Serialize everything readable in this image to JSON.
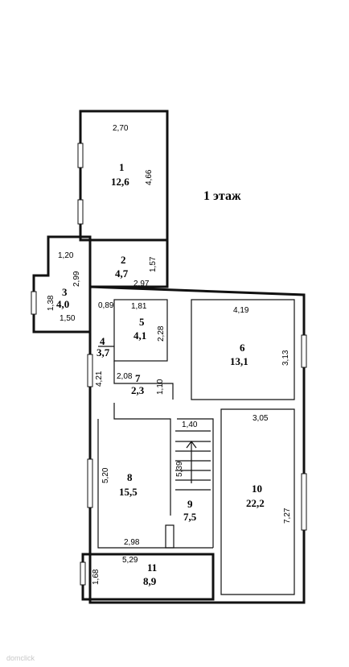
{
  "floor_label": "1 этаж",
  "watermark": "domclick",
  "rooms": [
    {
      "number": "1",
      "area": "12,6"
    },
    {
      "number": "2",
      "area": "4,7"
    },
    {
      "number": "3",
      "area": "4,0"
    },
    {
      "number": "4",
      "area": "3,7"
    },
    {
      "number": "5",
      "area": "4,1"
    },
    {
      "number": "6",
      "area": "13,1"
    },
    {
      "number": "7",
      "area": "2,3"
    },
    {
      "number": "8",
      "area": "15,5"
    },
    {
      "number": "9",
      "area": "7,5"
    },
    {
      "number": "10",
      "area": "22,2"
    },
    {
      "number": "11",
      "area": "8,9"
    }
  ],
  "dimensions": {
    "d1_width": "2,70",
    "d1_height": "4,66",
    "d2_width": "1,20",
    "d2_height": "1,57",
    "d2_bottom": "2,97",
    "d3_left": "1,38",
    "d3_bottom": "1,50",
    "d3_diag": "2,99",
    "d4_top": "0,89",
    "d4_side": "4,21",
    "d5_width": "1,81",
    "d5_height": "2,28",
    "d6_width": "4,19",
    "d6_height": "3,13",
    "d7_width": "2,08",
    "d7_height": "1,10",
    "d8_height": "5,20",
    "d8_bottom": "2,98",
    "d9_width": "1,40",
    "d9_height": "5,39",
    "d10_width": "3,05",
    "d10_height": "7,27",
    "d11_width": "5,29",
    "d11_height": "1,68"
  }
}
